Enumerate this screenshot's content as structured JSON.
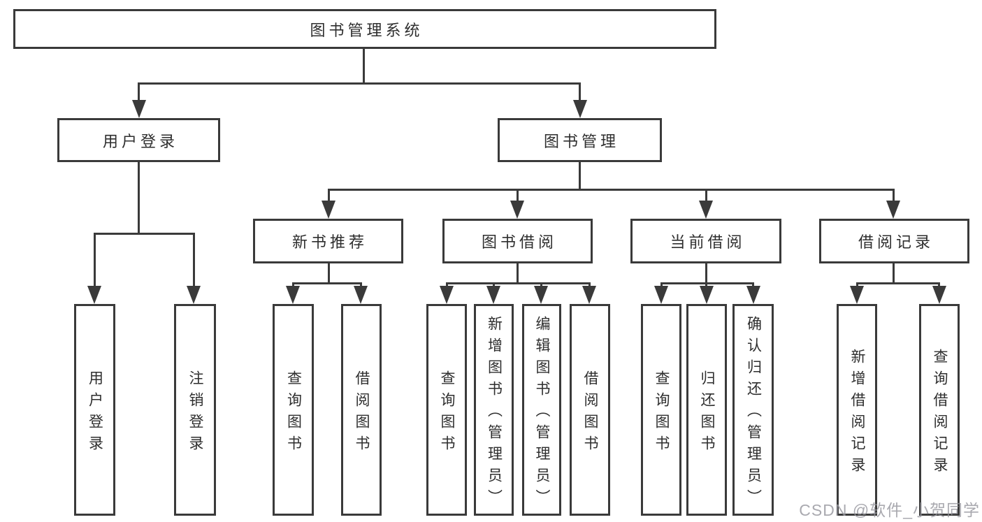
{
  "diagram": {
    "root": "图书管理系统",
    "level2": {
      "user_login": "用户登录",
      "book_mgmt": "图书管理"
    },
    "level3": {
      "new_book": "新书推荐",
      "book_borrow": "图书借阅",
      "current_borrow": "当前借阅",
      "borrow_record": "借阅记录"
    },
    "leaves": {
      "user_login": [
        "用户登录",
        "注销登录"
      ],
      "new_book": [
        "查询图书",
        "借阅图书"
      ],
      "book_borrow": [
        "查询图书",
        "新增图书（管理员）",
        "编辑图书（管理员）",
        "借阅图书"
      ],
      "current_borrow": [
        "查询图书",
        "归还图书",
        "确认归还（管理员）"
      ],
      "borrow_record": [
        "新增借阅记录",
        "查询借阅记录"
      ]
    }
  },
  "watermark": "CSDN @软件_小贺同学",
  "colors": {
    "line": "#3a3a3a",
    "background": "#ffffff",
    "watermark": "#94949c"
  }
}
